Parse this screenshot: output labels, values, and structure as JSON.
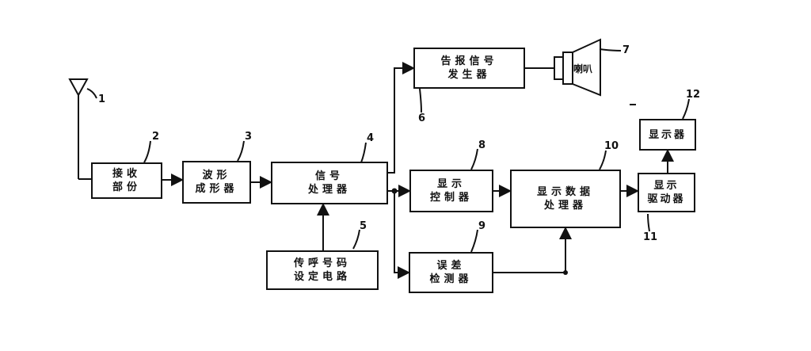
{
  "blocks": {
    "b2": {
      "l1": "接收",
      "l2": "部份"
    },
    "b3": {
      "l1": "波形",
      "l2": "成形器"
    },
    "b4": {
      "l1": "信号",
      "l2": "处理器"
    },
    "b5": {
      "l1": "传呼号码",
      "l2": "设定电路"
    },
    "b6": {
      "l1": "告报信号",
      "l2": "发生器"
    },
    "b8": {
      "l1": "显示",
      "l2": "控制器"
    },
    "b9": {
      "l1": "误差",
      "l2": "检测器"
    },
    "b10": {
      "l1": "显示数据",
      "l2": "处理器"
    },
    "b11": {
      "l1": "显示",
      "l2": "驱动器"
    },
    "b12": {
      "l1": "显示器"
    }
  },
  "horn_label": "喇叭",
  "numbers": {
    "n1": "1",
    "n2": "2",
    "n3": "3",
    "n4": "4",
    "n5": "5",
    "n6": "6",
    "n7": "7",
    "n8": "8",
    "n9": "9",
    "n10": "10",
    "n11": "11",
    "n12": "12"
  }
}
